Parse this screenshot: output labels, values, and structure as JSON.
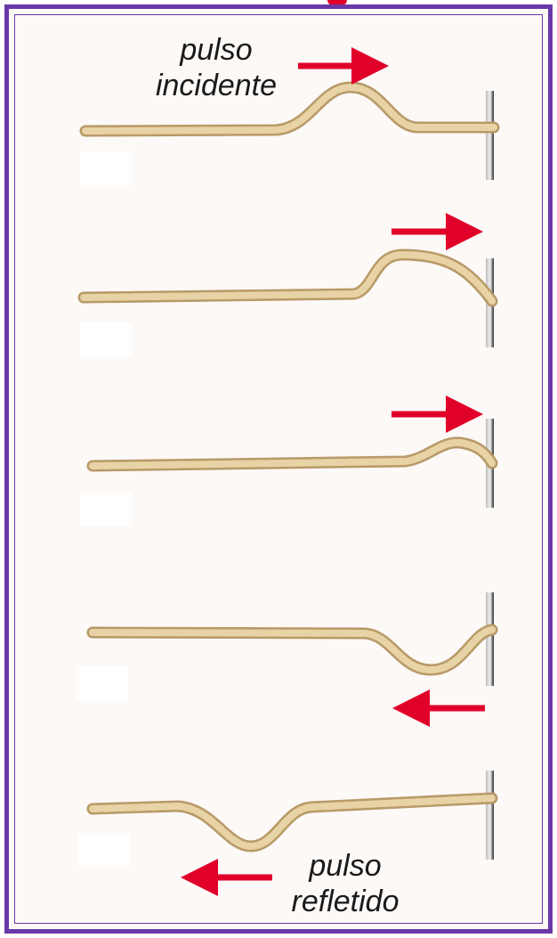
{
  "labels": {
    "incident_line1": "pulso",
    "incident_line2": "incidente",
    "reflected_line1": "pulso",
    "reflected_line2": "refletido"
  },
  "colors": {
    "frame": "#6a37a8",
    "arrow": "#e0002a",
    "rope": "#e8d3a6",
    "rope_edge": "#b89a68",
    "wall": "#2a2a2a",
    "background": "#fcf9f7"
  },
  "frames": [
    {
      "pulse": "crest",
      "direction": "right"
    },
    {
      "pulse": "crest",
      "direction": "right"
    },
    {
      "pulse": "crest",
      "direction": "right"
    },
    {
      "pulse": "trough",
      "direction": "left"
    },
    {
      "pulse": "trough",
      "direction": "left"
    }
  ]
}
